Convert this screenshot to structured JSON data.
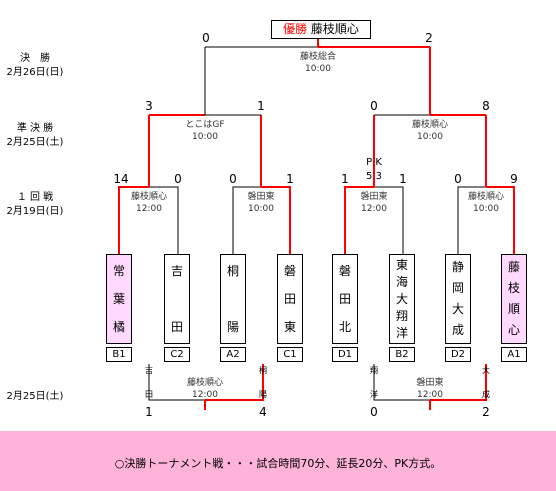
{
  "final": {
    "title_label": "優勝",
    "champion": "藤枝順心",
    "round_label": "決　勝",
    "date": "2月26日(日)",
    "venue": "藤枝総合",
    "time": "10:00",
    "score_left": "0",
    "score_right": "2"
  },
  "semifinal": {
    "round_label": "準 決 勝",
    "date": "2月25日(土)",
    "left": {
      "venue": "とこはGF",
      "time": "10:00",
      "score_left": "3",
      "score_right": "1"
    },
    "right": {
      "venue": "藤枝順心",
      "time": "10:00",
      "score_left": "0",
      "score_right": "8"
    }
  },
  "first_round": {
    "round_label": "１ 回 戦",
    "date": "2月19日(日)",
    "pk_label": "P K",
    "pk_score": "5 3",
    "matches": [
      {
        "venue": "藤枝順心",
        "time": "12:00",
        "score_left": "14",
        "score_right": "0"
      },
      {
        "venue": "磐田東",
        "time": "10:00",
        "score_left": "0",
        "score_right": "1"
      },
      {
        "venue": "磐田東",
        "time": "12:00",
        "score_left": "1",
        "score_right": "1"
      },
      {
        "venue": "藤枝順心",
        "time": "10:00",
        "score_left": "0",
        "score_right": "9"
      }
    ]
  },
  "teams": [
    {
      "name": [
        "常",
        "葉",
        "橘"
      ],
      "code": "B1",
      "winner": true
    },
    {
      "name": [
        "吉",
        "",
        "田"
      ],
      "code": "C2",
      "winner": false
    },
    {
      "name": [
        "桐",
        "",
        "陽"
      ],
      "code": "A2",
      "winner": false
    },
    {
      "name": [
        "磐",
        "田",
        "東"
      ],
      "code": "C1",
      "winner": false
    },
    {
      "name": [
        "磐",
        "田",
        "北"
      ],
      "code": "D1",
      "winner": false
    },
    {
      "name": [
        "東",
        "海",
        "大",
        "翔",
        "洋"
      ],
      "code": "B2",
      "winner": false
    },
    {
      "name": [
        "静",
        "岡",
        "大",
        "成"
      ],
      "code": "D2",
      "winner": false
    },
    {
      "name": [
        "藤",
        "枝",
        "順",
        "心"
      ],
      "code": "A1",
      "winner": true
    }
  ],
  "consolation": {
    "date": "2月25日(土)",
    "left": {
      "venue": "藤枝順心",
      "time": "12:00",
      "score_left": "1",
      "score_right": "4",
      "team_left": [
        "吉",
        "田"
      ],
      "team_right": [
        "桐",
        "陽"
      ]
    },
    "right": {
      "venue": "磐田東",
      "time": "12:00",
      "score_left": "0",
      "score_right": "2",
      "team_left": [
        "翔",
        "洋"
      ],
      "team_right": [
        "大",
        "成"
      ]
    }
  },
  "note": "○決勝トーナメント戦・・・試合時間70分、延長20分、PK方式。",
  "colors": {
    "win_line": "#ff0000",
    "lose_line": "#000000",
    "winner_fill": "#ffd9ff",
    "note_bg": "#ffb3d9",
    "champ_label": "#ff0000"
  }
}
